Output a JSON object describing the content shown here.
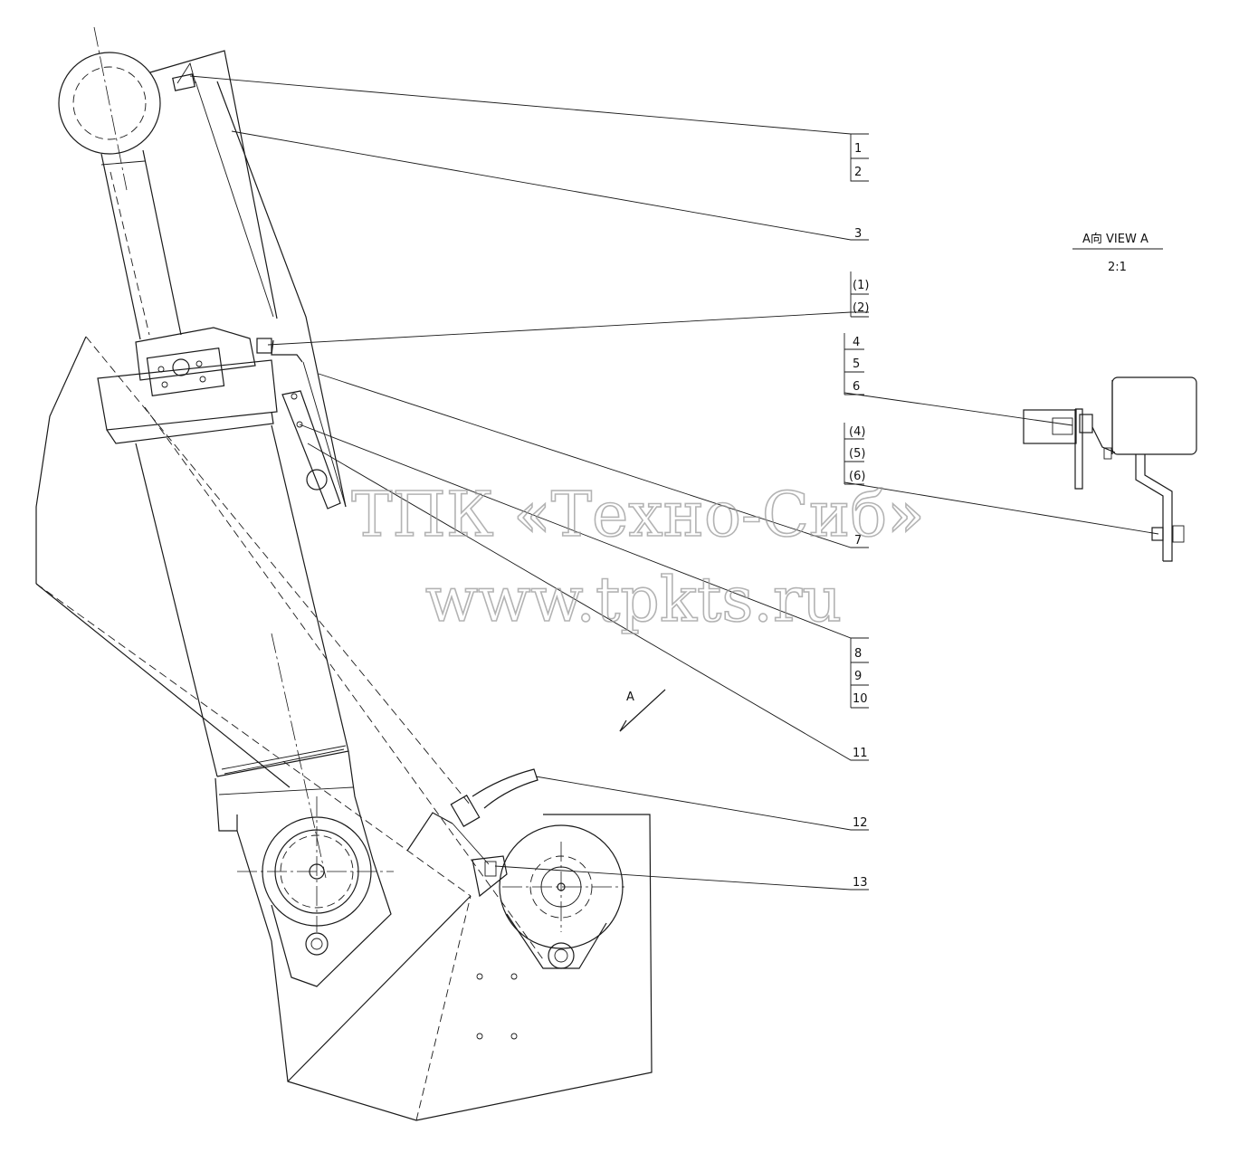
{
  "balloons": {
    "b1": "1",
    "b2": "2",
    "b3": "3",
    "b1p": "(1)",
    "b2p": "(2)",
    "b4": "4",
    "b5": "5",
    "b6": "6",
    "b4p": "(4)",
    "b5p": "(5)",
    "b6p": "(6)",
    "b7": "7",
    "b8": "8",
    "b9": "9",
    "b10": "10",
    "b11": "11",
    "b12": "12",
    "b13": "13"
  },
  "view": {
    "title": "A向 VIEW A",
    "scale": "2:1",
    "arrow_letter": "A"
  },
  "watermark": {
    "line1": "ТПК «Техно-Сиб»",
    "line2": "www.tpkts.ru"
  }
}
